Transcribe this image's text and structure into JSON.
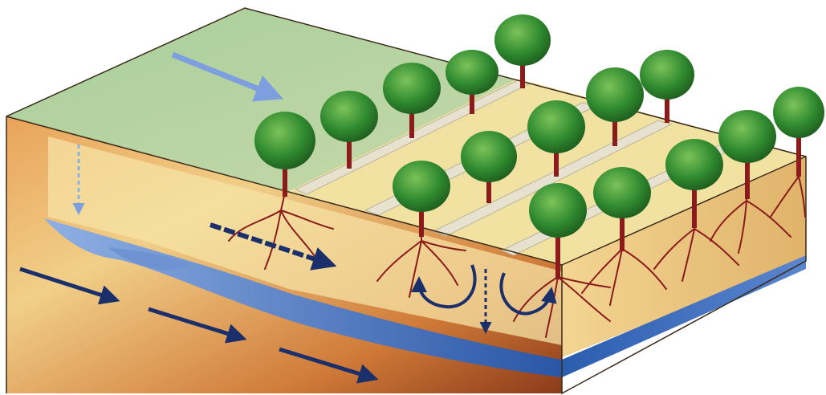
{
  "diagram": {
    "labels": [],
    "colors": {
      "surface_top": "#a9cf9e",
      "soil_light": "#f6e3a6",
      "soil_deep": "#c9652a",
      "groundwater": "#2e5fa8",
      "flow_arrow": "#1b2f6b",
      "surface_arrow": "#7d9fe0",
      "tree_crown": "#2f8a2f",
      "trunk_root": "#8a1c1c",
      "field_strip": "#e7e2cf"
    },
    "elements": {
      "trees": {
        "count": 15
      },
      "arrows": {
        "surface_runoff": 1,
        "infiltration_dashed": 2,
        "subsurface_flow": 1,
        "groundwater_flow": 3,
        "circulation_loops": 2
      }
    }
  }
}
